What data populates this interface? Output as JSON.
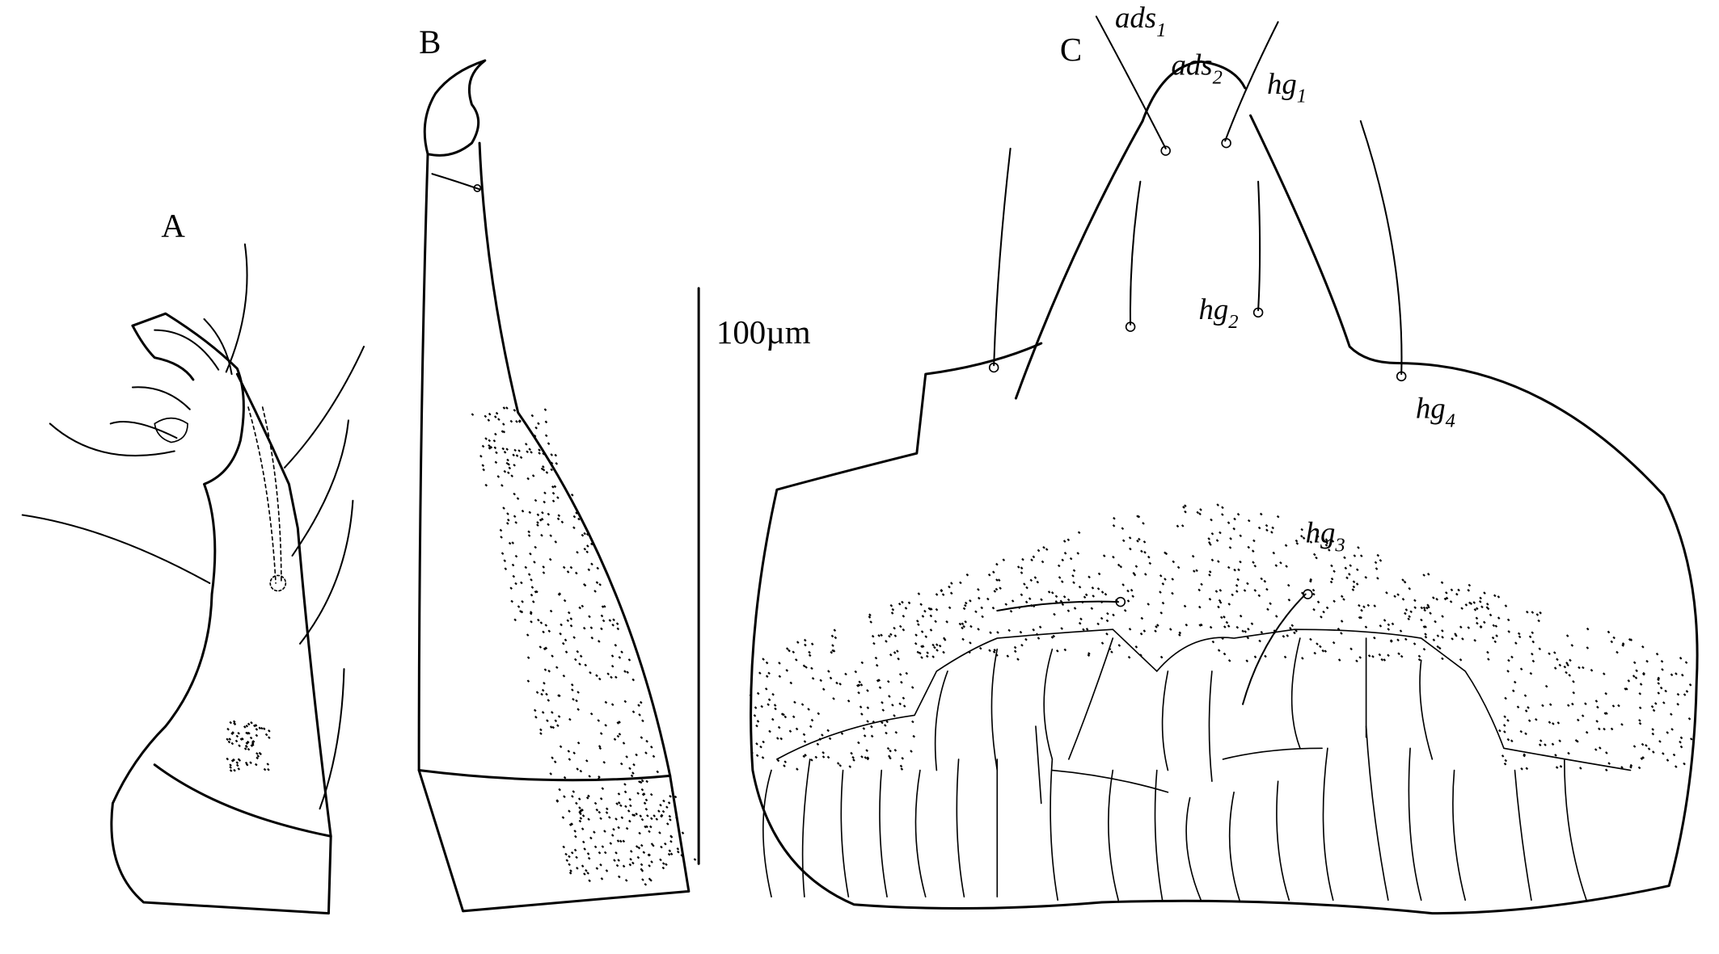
{
  "panels": {
    "a": {
      "label": "A"
    },
    "b": {
      "label": "B"
    },
    "c": {
      "label": "C"
    }
  },
  "scale_bar": {
    "label": "100µm"
  },
  "setae_labels": [
    {
      "base": "ads",
      "sub": "1"
    },
    {
      "base": "ads",
      "sub": "2"
    },
    {
      "base": "hg",
      "sub": "1"
    },
    {
      "base": "hg",
      "sub": "2"
    },
    {
      "base": "hg",
      "sub": "3"
    },
    {
      "base": "hg",
      "sub": "4"
    }
  ]
}
